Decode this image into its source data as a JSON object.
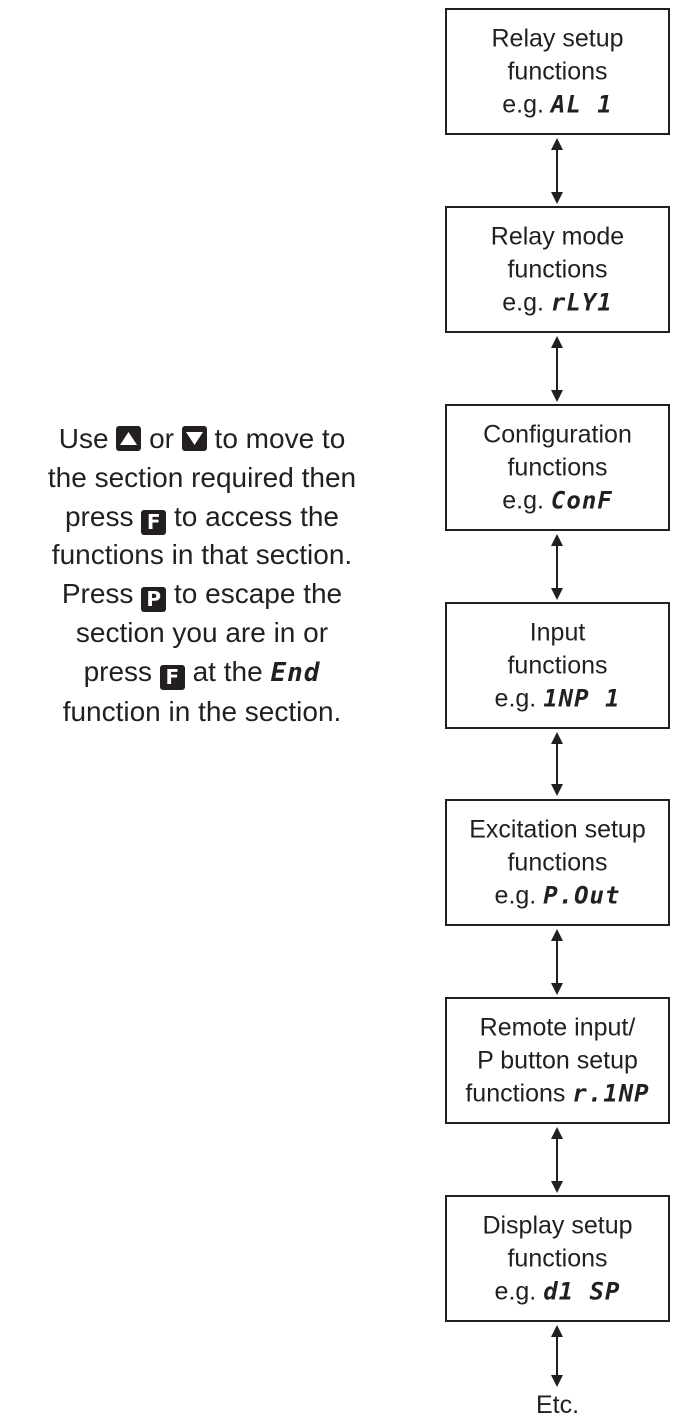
{
  "instructions": {
    "line1_a": "Use",
    "line1_or": "or",
    "line1_b": "to move to",
    "line2": "the section required then",
    "line3_a": "press",
    "line3_b": "to access the",
    "line4": "functions in that section.",
    "line5_a": "Press",
    "line5_b": "to escape the",
    "line6": "section you are in or",
    "line7_a": "press",
    "line7_b": "at the",
    "line7_code": "End",
    "line8": "function in the section.",
    "key_f": "F",
    "key_p": "P"
  },
  "boxes": [
    {
      "l1": "Relay setup",
      "l2": "functions",
      "prefix": "e.g.",
      "code": "AL 1"
    },
    {
      "l1": "Relay mode",
      "l2": "functions",
      "prefix": "e.g.",
      "code": "rLY1"
    },
    {
      "l1": "Configuration",
      "l2": "functions",
      "prefix": "e.g.",
      "code": "ConF"
    },
    {
      "l1": "Input",
      "l2": "functions",
      "prefix": "e.g.",
      "code": "1NP 1"
    },
    {
      "l1": "Excitation setup",
      "l2": "functions",
      "prefix": "e.g.",
      "code": "P.Out"
    },
    {
      "l1": "Remote input/",
      "l2": "P button setup",
      "prefix": "functions",
      "code": "r.1NP"
    },
    {
      "l1": "Display setup",
      "l2": "functions",
      "prefix": "e.g.",
      "code": "d1 SP"
    }
  ],
  "etc": "Etc."
}
